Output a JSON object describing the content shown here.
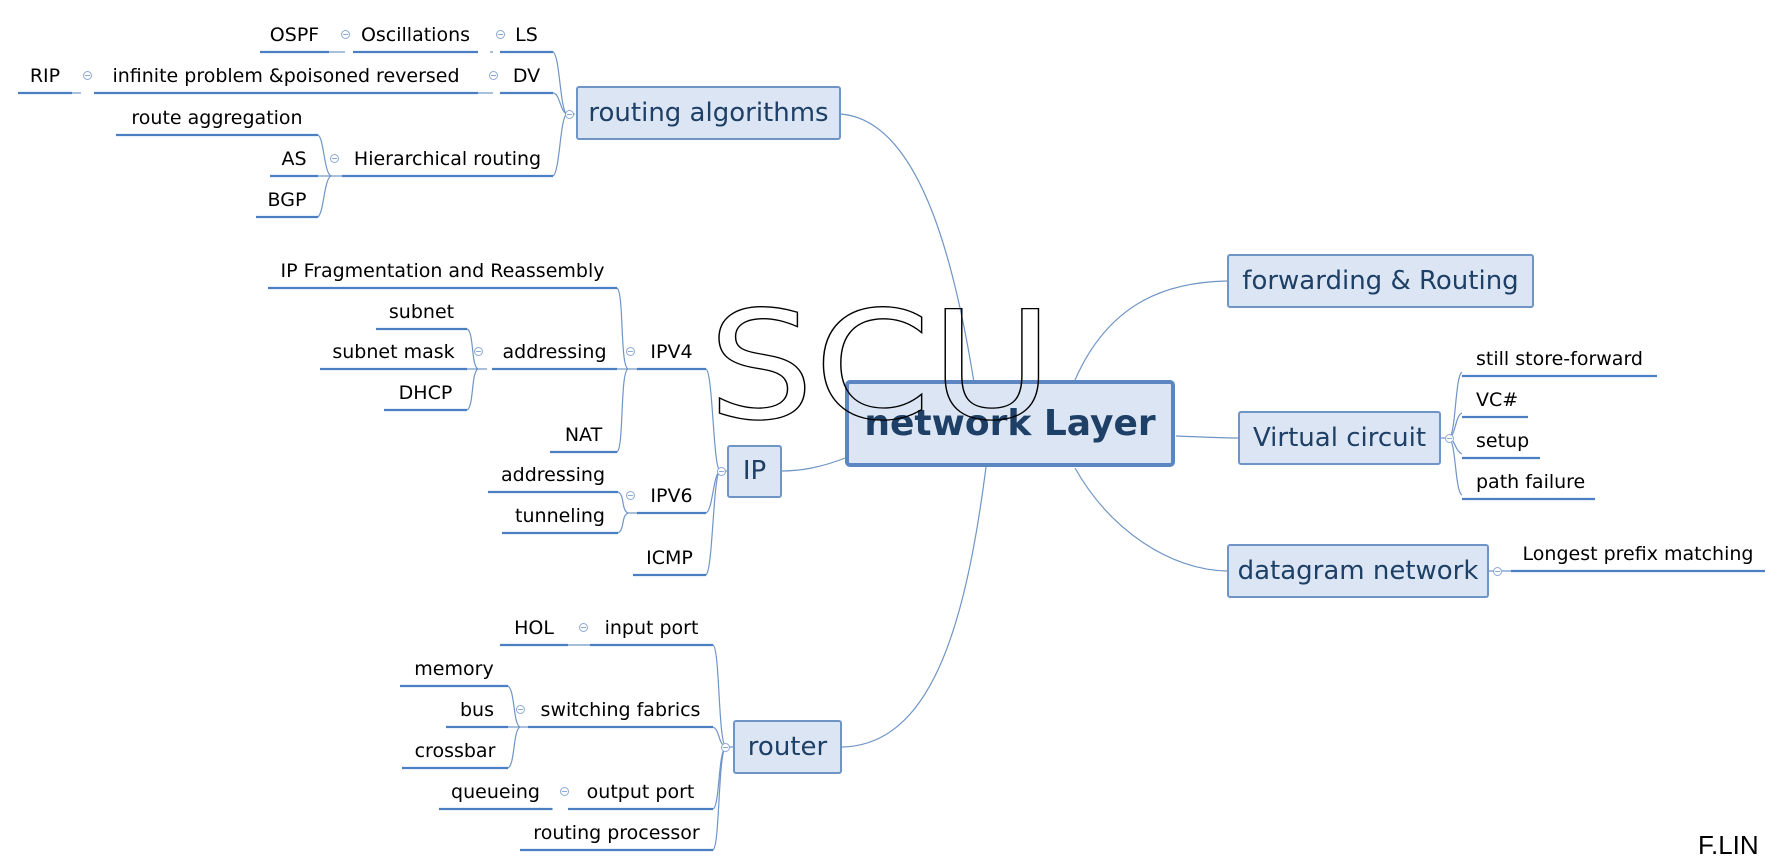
{
  "central_topic": "network Layer",
  "watermark_text": "SCU",
  "author": "F.LIN",
  "colors": {
    "topic_fill": "#dbe5f3",
    "topic_border": "#6f95c6",
    "topic_text": "#1e3f66",
    "connector": "#6f95c6",
    "underline": "#4a7fc4"
  },
  "routing_algorithms": {
    "label": "routing algorithms",
    "ls": "LS",
    "ls_oscillations": "Oscillations",
    "ls_ospf": "OSPF",
    "dv": "DV",
    "dv_infinite": "infinite problem &poisoned reversed",
    "dv_rip": "RIP",
    "hierarchical": "Hierarchical routing",
    "route_aggregation": "route aggregation",
    "as": "AS",
    "bgp": "BGP"
  },
  "ip": {
    "label": "IP",
    "ipv4": "IPV4",
    "ipv4_fragmentation": "IP Fragmentation and Reassembly",
    "ipv4_addressing": "addressing",
    "ipv4_subnet": "subnet",
    "ipv4_subnet_mask": "subnet mask",
    "ipv4_dhcp": "DHCP",
    "ipv4_nat": "NAT",
    "ipv6": "IPV6",
    "ipv6_addressing": "addressing",
    "ipv6_tunneling": "tunneling",
    "icmp": "ICMP"
  },
  "router": {
    "label": "router",
    "input_port": "input port",
    "input_hol": "HOL",
    "switching_fabrics": "switching fabrics",
    "memory": "memory",
    "bus": "bus",
    "crossbar": "crossbar",
    "output_port": "output port",
    "queueing": "queueing",
    "routing_processor": "routing processor"
  },
  "forwarding_routing": {
    "label": "forwarding & Routing"
  },
  "virtual_circuit": {
    "label": "Virtual circuit",
    "still_store_forward": "still store-forward",
    "vc_number": "VC#",
    "setup": "setup",
    "path_failure": "path failure"
  },
  "datagram_network": {
    "label": "datagram network",
    "longest_prefix": "Longest prefix matching"
  }
}
